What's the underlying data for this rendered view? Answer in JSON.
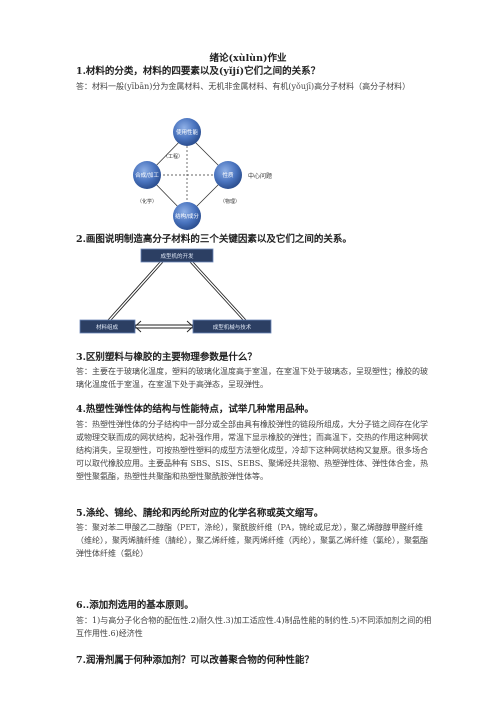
{
  "doc": {
    "title": "绪论(xùlùn)作业",
    "q1": {
      "heading": "1.材料的分类，材料的四要素以及(yǐjí)它们之间的关系？",
      "answer": "答：材料一般(yībān)分为金属材料、无机非金属材料、有机(yǒujī)高分子材料（高分子材料）"
    },
    "diagram1": {
      "top": "使用性能",
      "left": "合成/加工",
      "right": "性质",
      "bottom": "结构/成分",
      "label_engineering": "（工程）",
      "label_chemistry": "（化学）",
      "label_physics": "（物理）",
      "center_issue": "中心问题"
    },
    "q2": {
      "heading": "2.画图说明制造高分子材料的三个关键因素以及它们之间的关系。"
    },
    "diagram2": {
      "top": "成型机的开发",
      "left": "材料组成",
      "right": "成型机械与技术"
    },
    "q3": {
      "heading": "3.区别塑料与橡胶的主要物理参数是什么？",
      "answer": "答：主要在于玻璃化温度，塑料的玻璃化温度高于室温，在室温下处于玻璃态，呈现塑性；橡胶的玻璃化温度低于室温，在室温下处于高弹态，呈现弹性。"
    },
    "q4": {
      "heading": "4.热塑性弹性体的结构与性能特点，试举几种常用品种。",
      "answer": "答：热塑性弹性体的分子结构中一部分或全部由具有橡胶弹性的链段所组成，大分子链之间存在化学或物理交联而成的网状结构，起补强作用，常温下显示橡胶的弹性；而高温下，交热的作用这种网状结构消失，呈现塑性，可按热塑性塑料的成型方法塑化成型，冷却下这种网状结构又复原。很多场合可以取代橡胶应用。主要品种有 SBS、SIS、SEBS、聚烯烃共混物、热塑弹性体、弹性体合金，热塑性聚氨酯，热塑性共聚酯和热塑性聚酰胺弹性体等。"
    },
    "q5": {
      "heading": "5.涤纶、锦纶、腈纶和丙纶所对应的化学名称或英文缩写。",
      "answer": "答：聚对苯二甲酸乙二醇酯（PET，涤纶），聚酰胺纤维（PA，锦纶或尼龙），聚乙烯醇醇甲醛纤维（维纶），聚丙烯腈纤维（腈纶），聚乙烯纤维，聚丙烯纤维（丙纶），聚氯乙烯纤维（氯纶），聚氨酯弹性体纤维（氨纶）"
    },
    "q6": {
      "heading": "6..添加剂选用的基本原则。",
      "answer": "答：1)与高分子化合物的配伍性.2)耐久性.3)加工适应性.4)制品性能的制约性.5)不同添加剂之间的相互作用性.6)经济性"
    },
    "q7": {
      "heading": "7.润滑剂属于何种添加剂？可以改善聚合物的何种性能？"
    },
    "colors": {
      "node_blue": "#3a66b0",
      "node_dark": "#243a66",
      "text": "#222222"
    }
  }
}
